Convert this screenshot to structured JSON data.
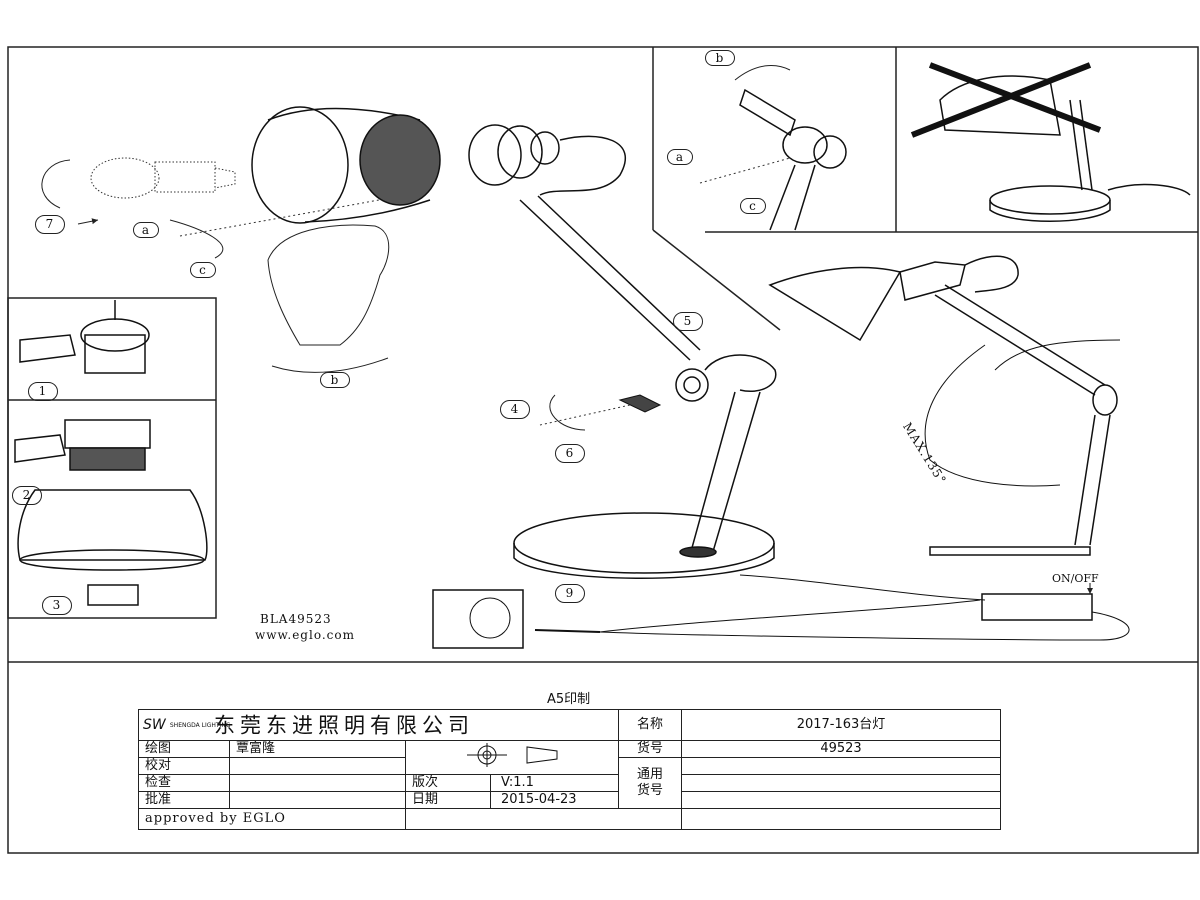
{
  "drawing": {
    "model_code": "BLA49523",
    "website": "www.eglo.com",
    "print_size": "A5印制",
    "switch_label": "ON/OFF",
    "angle_label": "MAX.135°",
    "steps": [
      "1",
      "2",
      "3",
      "4",
      "5",
      "6",
      "7",
      "9"
    ],
    "sub_steps": [
      "a",
      "b",
      "c"
    ]
  },
  "title_block": {
    "logo_text": "SW",
    "logo_sub": "SHENGDA LIGHTING",
    "company": "东莞东进照明有限公司",
    "name_label": "名称",
    "name_value": "2017-163台灯",
    "drawn_label": "绘图",
    "drawn_value": "覃富隆",
    "item_no_label": "货号",
    "item_no_value": "49523",
    "check_label": "校对",
    "inspect_label": "检查",
    "approve_label": "批准",
    "version_label": "版次",
    "version_value": "V:1.1",
    "general_label_1": "通用",
    "general_label_2": "货号",
    "date_label": "日期",
    "date_value": "2015-04-23",
    "approved_by": "approved by EGLO"
  }
}
